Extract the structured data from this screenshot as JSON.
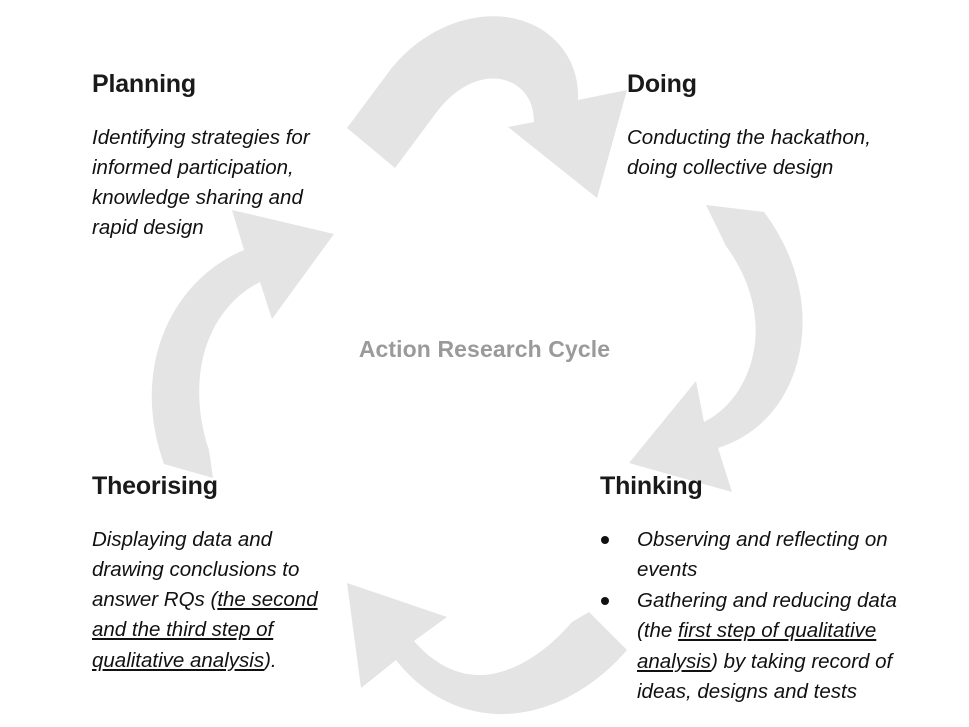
{
  "diagram": {
    "center_label": "Action Research Cycle",
    "arrow_color": "#e4e4e4",
    "heading_color": "#1a1a1a",
    "center_label_color": "#9a9a9a",
    "background_color": "#ffffff"
  },
  "quadrants": {
    "planning": {
      "heading": "Planning",
      "body": "Identifying strategies for informed participation, knowledge sharing and rapid design"
    },
    "doing": {
      "heading": "Doing",
      "body": "Conducting the hackathon, doing collective design"
    },
    "theorising": {
      "heading": "Theorising",
      "body_before": "Displaying data and drawing conclusions to answer RQs (",
      "body_underlined": "the second and the third step of qualitative analysis",
      "body_after": ")."
    },
    "thinking": {
      "heading": "Thinking",
      "bullets": [
        {
          "before": "Observing and reflecting on events",
          "underlined": "",
          "after": ""
        },
        {
          "before": "Gathering and reducing data (the ",
          "underlined": "first step of qualitative analysis",
          "after": ") by taking record of ideas, designs and tests"
        }
      ]
    }
  },
  "arrows": [
    {
      "name": "planning-to-doing",
      "label": "top-arrow",
      "direction": "down-right"
    },
    {
      "name": "doing-to-thinking",
      "label": "right-arrow",
      "direction": "down-left"
    },
    {
      "name": "thinking-to-theorising",
      "label": "bottom-arrow",
      "direction": "up-left"
    },
    {
      "name": "theorising-to-planning",
      "label": "left-arrow",
      "direction": "up-right"
    }
  ]
}
